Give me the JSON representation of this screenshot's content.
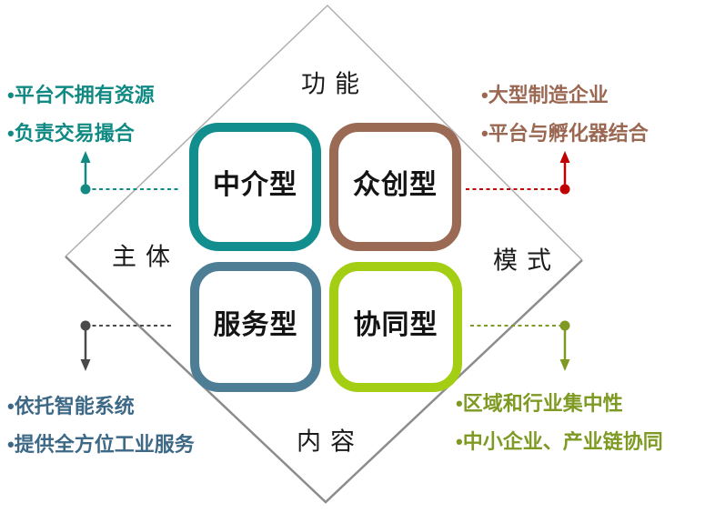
{
  "diamond": {
    "outline_light_color": "#AFAFAF",
    "outline_dark_color": "#8C8C8C",
    "axis_labels": {
      "top": "功能",
      "left": "主体",
      "right": "模式",
      "bottom": "内容"
    }
  },
  "quadrants": [
    {
      "position": "top-left",
      "label": "中介型",
      "border_color": "#128E8E"
    },
    {
      "position": "top-right",
      "label": "众创型",
      "border_color": "#9B6A55"
    },
    {
      "position": "bottom-left",
      "label": "服务型",
      "border_color": "#4E7E96"
    },
    {
      "position": "bottom-right",
      "label": "协同型",
      "border_color": "#A3CE14"
    }
  ],
  "annotations": [
    {
      "position": "top-left",
      "text_color": "#128A84",
      "arrow_color": "#128A84",
      "lines": [
        "•平台不拥有资源",
        "•负责交易撮合"
      ]
    },
    {
      "position": "top-right",
      "text_color": "#9A6852",
      "arrow_color": "#C00000",
      "lines": [
        "•大型制造企业",
        "•平台与孵化器结合"
      ]
    },
    {
      "position": "bottom-left",
      "text_color": "#3D6886",
      "arrow_color": "#4A4A4A",
      "lines": [
        "•依托智能系统",
        "•提供全方位工业服务"
      ]
    },
    {
      "position": "bottom-right",
      "text_color": "#7E9A22",
      "arrow_color": "#7E9A22",
      "lines": [
        "•区域和行业集中性",
        "•中小企业、产业链协同"
      ]
    }
  ]
}
